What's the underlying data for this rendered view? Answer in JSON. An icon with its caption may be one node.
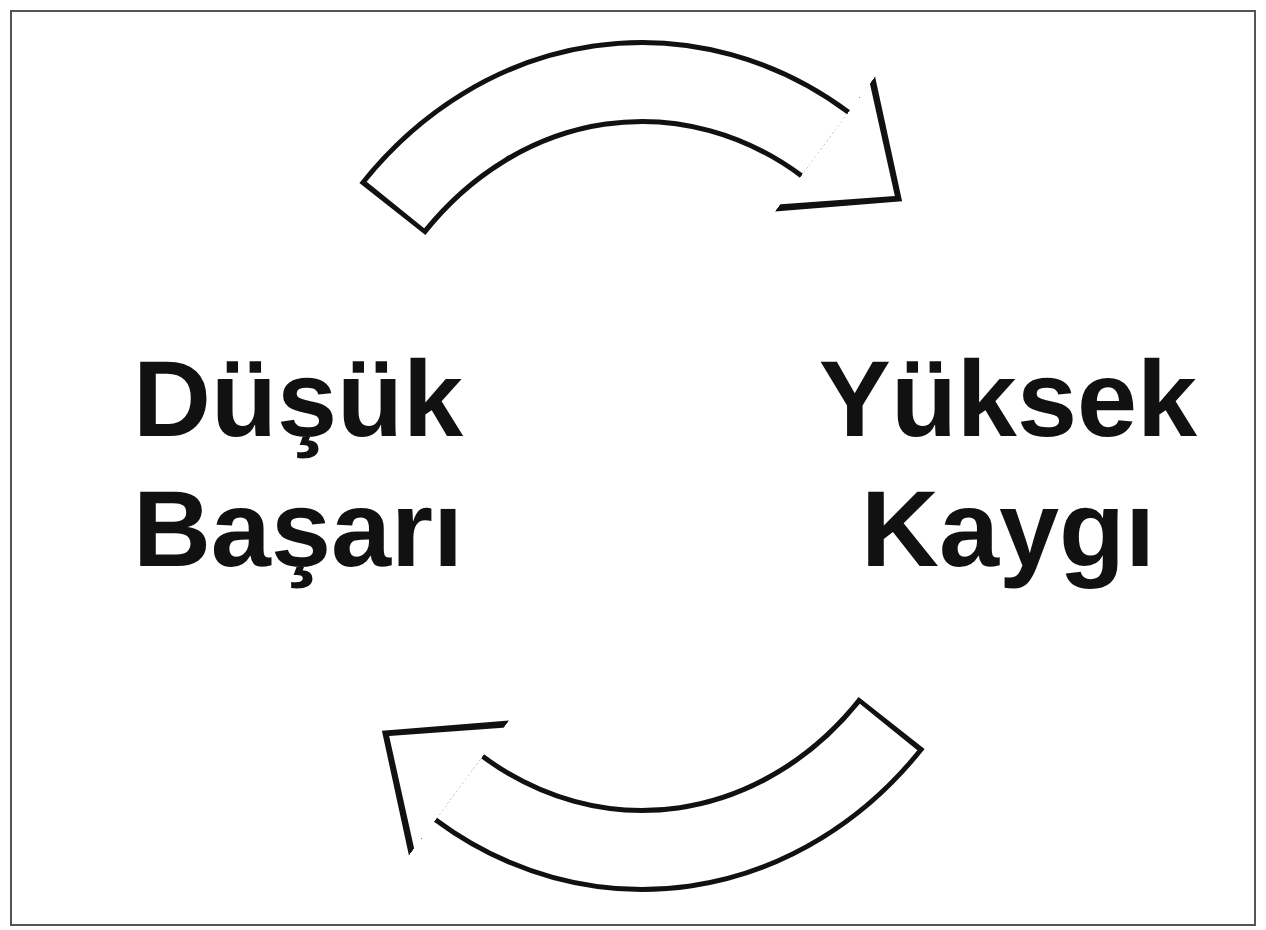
{
  "diagram": {
    "nodes": [
      {
        "text": [
          "Düşük Başarı"
        ]
      },
      {
        "text": [
          "Yüksek Kaygı"
        ]
      }
    ],
    "edges": [
      {
        "from": 0,
        "to": 1,
        "arrow": "to"
      },
      {
        "from": 1,
        "to": 0,
        "arrow": "to"
      }
    ]
  }
}
